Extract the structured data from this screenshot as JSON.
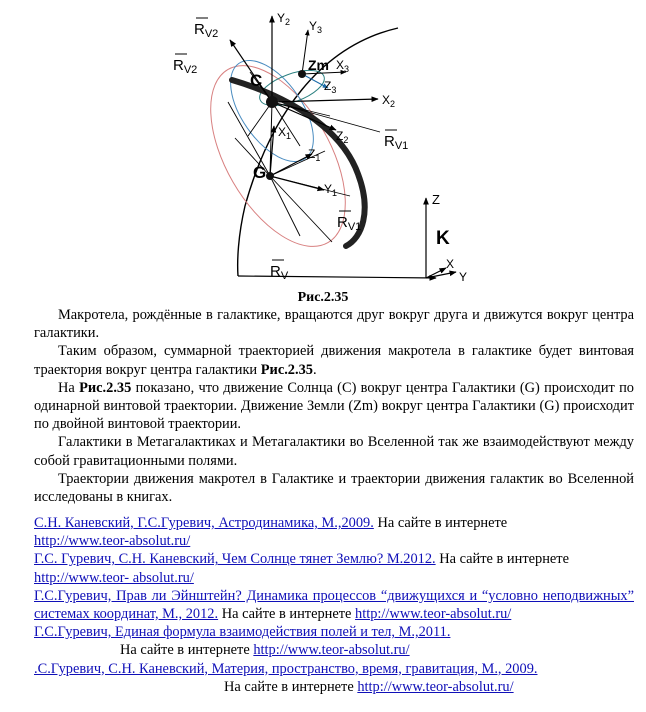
{
  "figure": {
    "labels": {
      "rv2_top": "R",
      "rv2_top_sub": "V2",
      "rv2_left": "R",
      "rv2_left_sub": "V2",
      "y2": "Y",
      "y2_sub": "2",
      "y3": "Y",
      "y3_sub": "3",
      "c": "C",
      "zm": "Zm",
      "x3": "X",
      "x3_sub": "3",
      "z3": "Z",
      "z3_sub": "3",
      "x2": "X",
      "x2_sub": "2",
      "x1": "X",
      "x1_sub": "1",
      "z2": "Z",
      "z2_sub": "2",
      "rv1_right": "R",
      "rv1_right_sub": "V1",
      "z1": "Z",
      "z1_sub": "1",
      "g": "G",
      "y1": "Y",
      "y1_sub": "1",
      "z": "Z",
      "rv1_bottom": "R",
      "rv1_bottom_sub": "V1",
      "k": "K",
      "rv": "R",
      "rv_sub": "V",
      "x": "X",
      "y": "Y"
    }
  },
  "caption": "Рис.2.35",
  "paragraphs": {
    "p1": "Макротела, рождённые в галактике, вращаются друг вокруг друга и движутся вокруг центра галактики.",
    "p2_a": "Таким образом, суммарной траекторией движения макротела в галактике будет винтовая траектория вокруг центра галактики ",
    "p2_b": "Рис.2.35",
    "p2_c": ".",
    "p3_a": "На ",
    "p3_b": "Рис.2.35",
    "p3_c": " показано, что движение Солнца (С) вокруг центра Галактики (G) происходит по одинарной винтовой траектории. Движение Земли (Zm) вокруг центра Галактики (G) происходит по двойной винтовой траектории.",
    "p4": "Галактики в Метагалактиках и Метагалактики во Вселенной так же взаимодействуют между собой   гравитационными полями.",
    "p5": "Траектории движения макротел в Галактике и траектории движения галактик во Вселенной исследованы в книгах."
  },
  "references": {
    "r1_link": "С.Н.  Каневский,  Г.С.Гуревич,  Астродинамика,  М.,2009.",
    "r1_mid": " На сайте      в интернете",
    "r1_url": "http://www.teor-absolut.ru/",
    "r2_link": "Г.С. Гуревич, С.Н. Каневский, Чем Солнце тянет Землю?  М.2012.",
    "r2_mid": "   На  сайте в интернете",
    "r2_url": "http://www.teor- absolut.ru/",
    "r3_link": "Г.С.Гуревич,     Прав ли Эйнштейн? Динамика процессов “движущихся и “условно неподвижных”   системах     координат, М., 2012.",
    "r3_mid": " На   сайте в интернете ",
    "r3_url": "http://www.teor-absolut.ru/",
    "r4_link": "Г.С.Гуревич,   Единая формула взаимодействия полей и   тел, М.,2011.",
    "r4_mid": "На  сайте в интернете ",
    "r4_url": "http://www.teor-absolut.ru/",
    "r5_link": ".С.Гуревич, С.Н. Каневский, Материя, пространство, время,  гравитация, М., 2009.",
    "r5_mid": "На сайте в интернете       ",
    "r5_url": "http://www.teor-absolut.ru/"
  }
}
